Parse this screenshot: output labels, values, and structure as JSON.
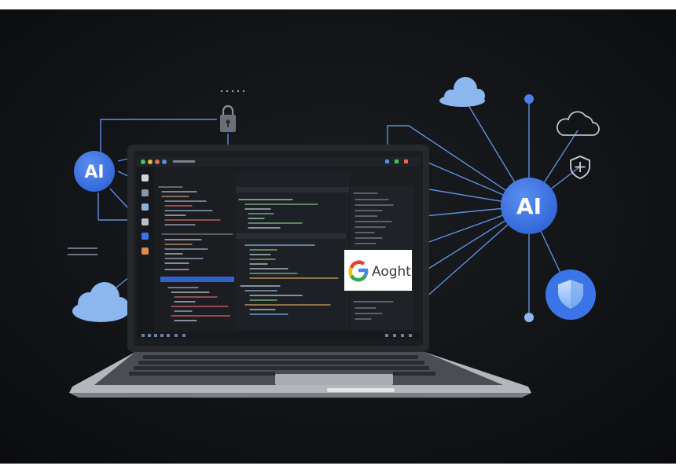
{
  "nodes": {
    "left_node_label": "AI",
    "right_node_label": "AI"
  },
  "overlay_badge": {
    "text": "Aoght"
  },
  "icons": [
    "cloud-icon",
    "cloud-icon",
    "cloud-outline-icon",
    "padlock-icon",
    "shield-plus-icon",
    "shield-icon",
    "google-g-logo"
  ],
  "colors": {
    "background": "#0f1113",
    "node_blue": "#3b74e6",
    "line_blue": "#5f8ee0",
    "cloud_blue": "#8bb6ee",
    "laptop_silver": "#c7c9cc",
    "screen_dark": "#1b1d21"
  }
}
